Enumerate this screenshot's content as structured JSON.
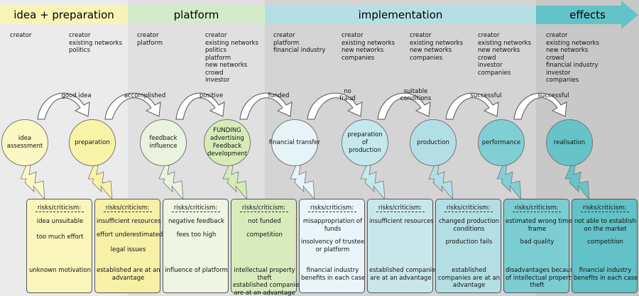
{
  "phases": [
    {
      "label": "idea + preparation",
      "color": "#f7f4b5"
    },
    {
      "label": "platform",
      "color": "#d3ebc8"
    },
    {
      "label": "implementation",
      "color": "#b5e0e3"
    },
    {
      "label": "effects",
      "color": "#62c3c8"
    }
  ],
  "actors": [
    "creator",
    "creator\nexisting networks\npolitics",
    "creator\nplatform",
    "creator\nexisting networks\npolitics\nplatform\nnew networks\ncrowd\ninvestor",
    "creator\nplatform\nfinancial industry",
    "creator\nexisting networks\nnew networks\ncompanies",
    "creator\nexisting networks\nnew networks\ncompanies",
    "creator\nexisting networks\nnew networks\ncrowd\ninvestor\ncompanies",
    "creator\nexisting networks\nnew networks\ncrowd\nfinancial industry\ninvestor\ncompanies"
  ],
  "transitions": [
    "good idea",
    "accomplished",
    "positive",
    "funded",
    "no\nfraud",
    "suitable\nconditions",
    "successful",
    "successful"
  ],
  "stages": [
    {
      "label": "idea\nassessment",
      "color": "#fcf8c4"
    },
    {
      "label": "preparation",
      "color": "#f8f3a6"
    },
    {
      "label": "feedback\ninfluence",
      "color": "#eaf3dd"
    },
    {
      "label": "FUNDING\nadvertising\nFeedback\ndevelopment",
      "color": "#d6ebb8"
    },
    {
      "label": "financial transfer",
      "color": "#e6f4f9"
    },
    {
      "label": "preparation\nof\nproduction",
      "color": "#c4e8ec"
    },
    {
      "label": "production",
      "color": "#b2dfe4"
    },
    {
      "label": "performance",
      "color": "#7fcfd4"
    },
    {
      "label": "realisation",
      "color": "#66c4c9"
    }
  ],
  "risks_header": "risks/criticism:",
  "risks": [
    {
      "color": "#faf5bb",
      "items": [
        "idea unsuitable",
        "too much effort",
        "unknown motivation"
      ]
    },
    {
      "color": "#f7f0a7",
      "items": [
        "insufficient resources",
        "effort underestimated",
        "legal issues",
        "established are at an\nadvantage"
      ]
    },
    {
      "color": "#eef5e2",
      "items": [
        "negative feedback",
        "fees too high",
        "influence of platform"
      ]
    },
    {
      "color": "#d8ebbd",
      "items": [
        "not funded",
        "competition",
        "intellectual property\ntheft\nestablished companies\nare at an advantage"
      ]
    },
    {
      "color": "#e9f5fa",
      "items": [
        "misappropriation of\nfunds",
        "insolvency of trustee\nor platform",
        "financial industry\nbenefits in each case"
      ]
    },
    {
      "color": "#c9e7eb",
      "items": [
        "insufficient resources",
        "established companies\nare at an advantage"
      ]
    },
    {
      "color": "#b3dfe4",
      "items": [
        "changed production\nconditions",
        "production fails",
        "established\ncompanies are at an\nadvantage"
      ]
    },
    {
      "color": "#7bcdd2",
      "items": [
        "estimated wrong time\nframe",
        "bad quality",
        "disadvantages because\nof intellectual property\ntheft"
      ]
    },
    {
      "color": "#62c2c7",
      "items": [
        "not able to establish\non the market",
        "competition",
        "financial industry\nbenefits in each case"
      ]
    }
  ]
}
